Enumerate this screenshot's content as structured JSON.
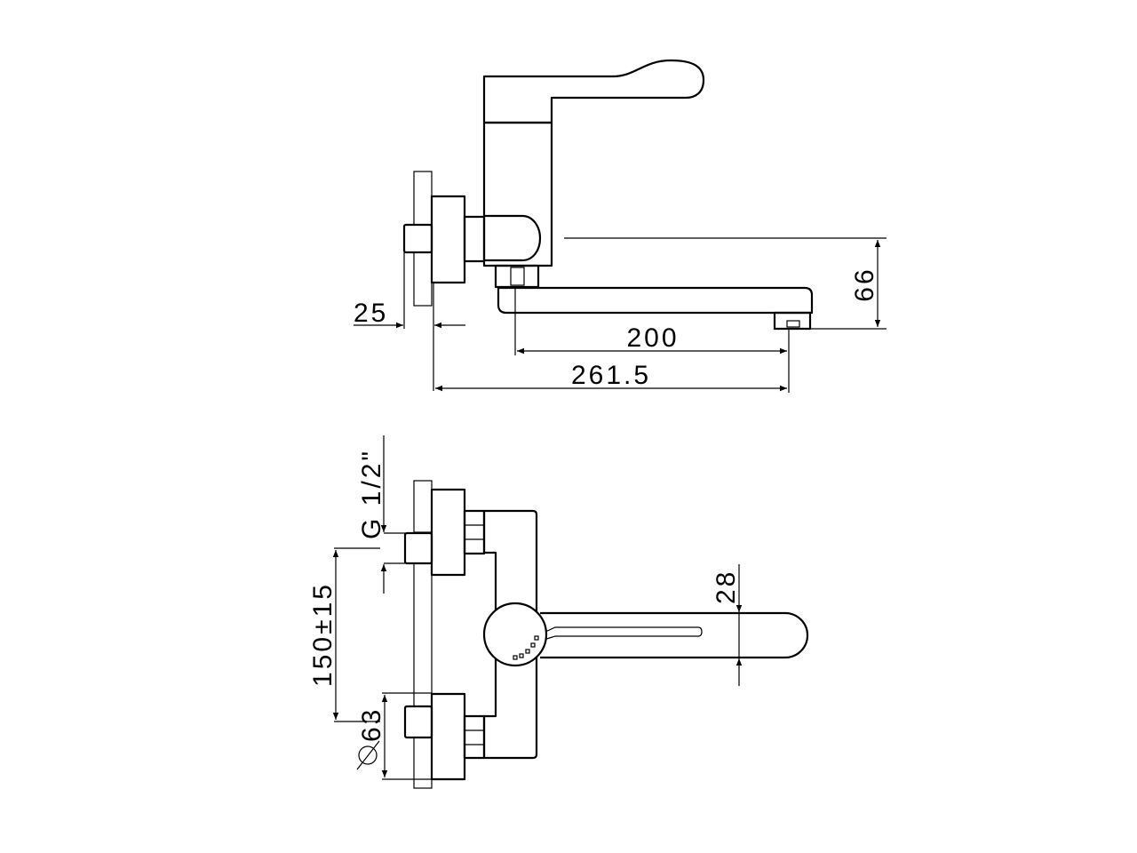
{
  "side_view": {
    "dimensions": {
      "wall_offset": "25",
      "spout_reach": "200",
      "total_projection": "261.5",
      "spout_height": "66"
    }
  },
  "front_view": {
    "dimensions": {
      "inlet_thread": "G  1/2\"",
      "inlet_spacing": "150±15",
      "flange_diameter": "63",
      "lever_width": "28"
    }
  }
}
